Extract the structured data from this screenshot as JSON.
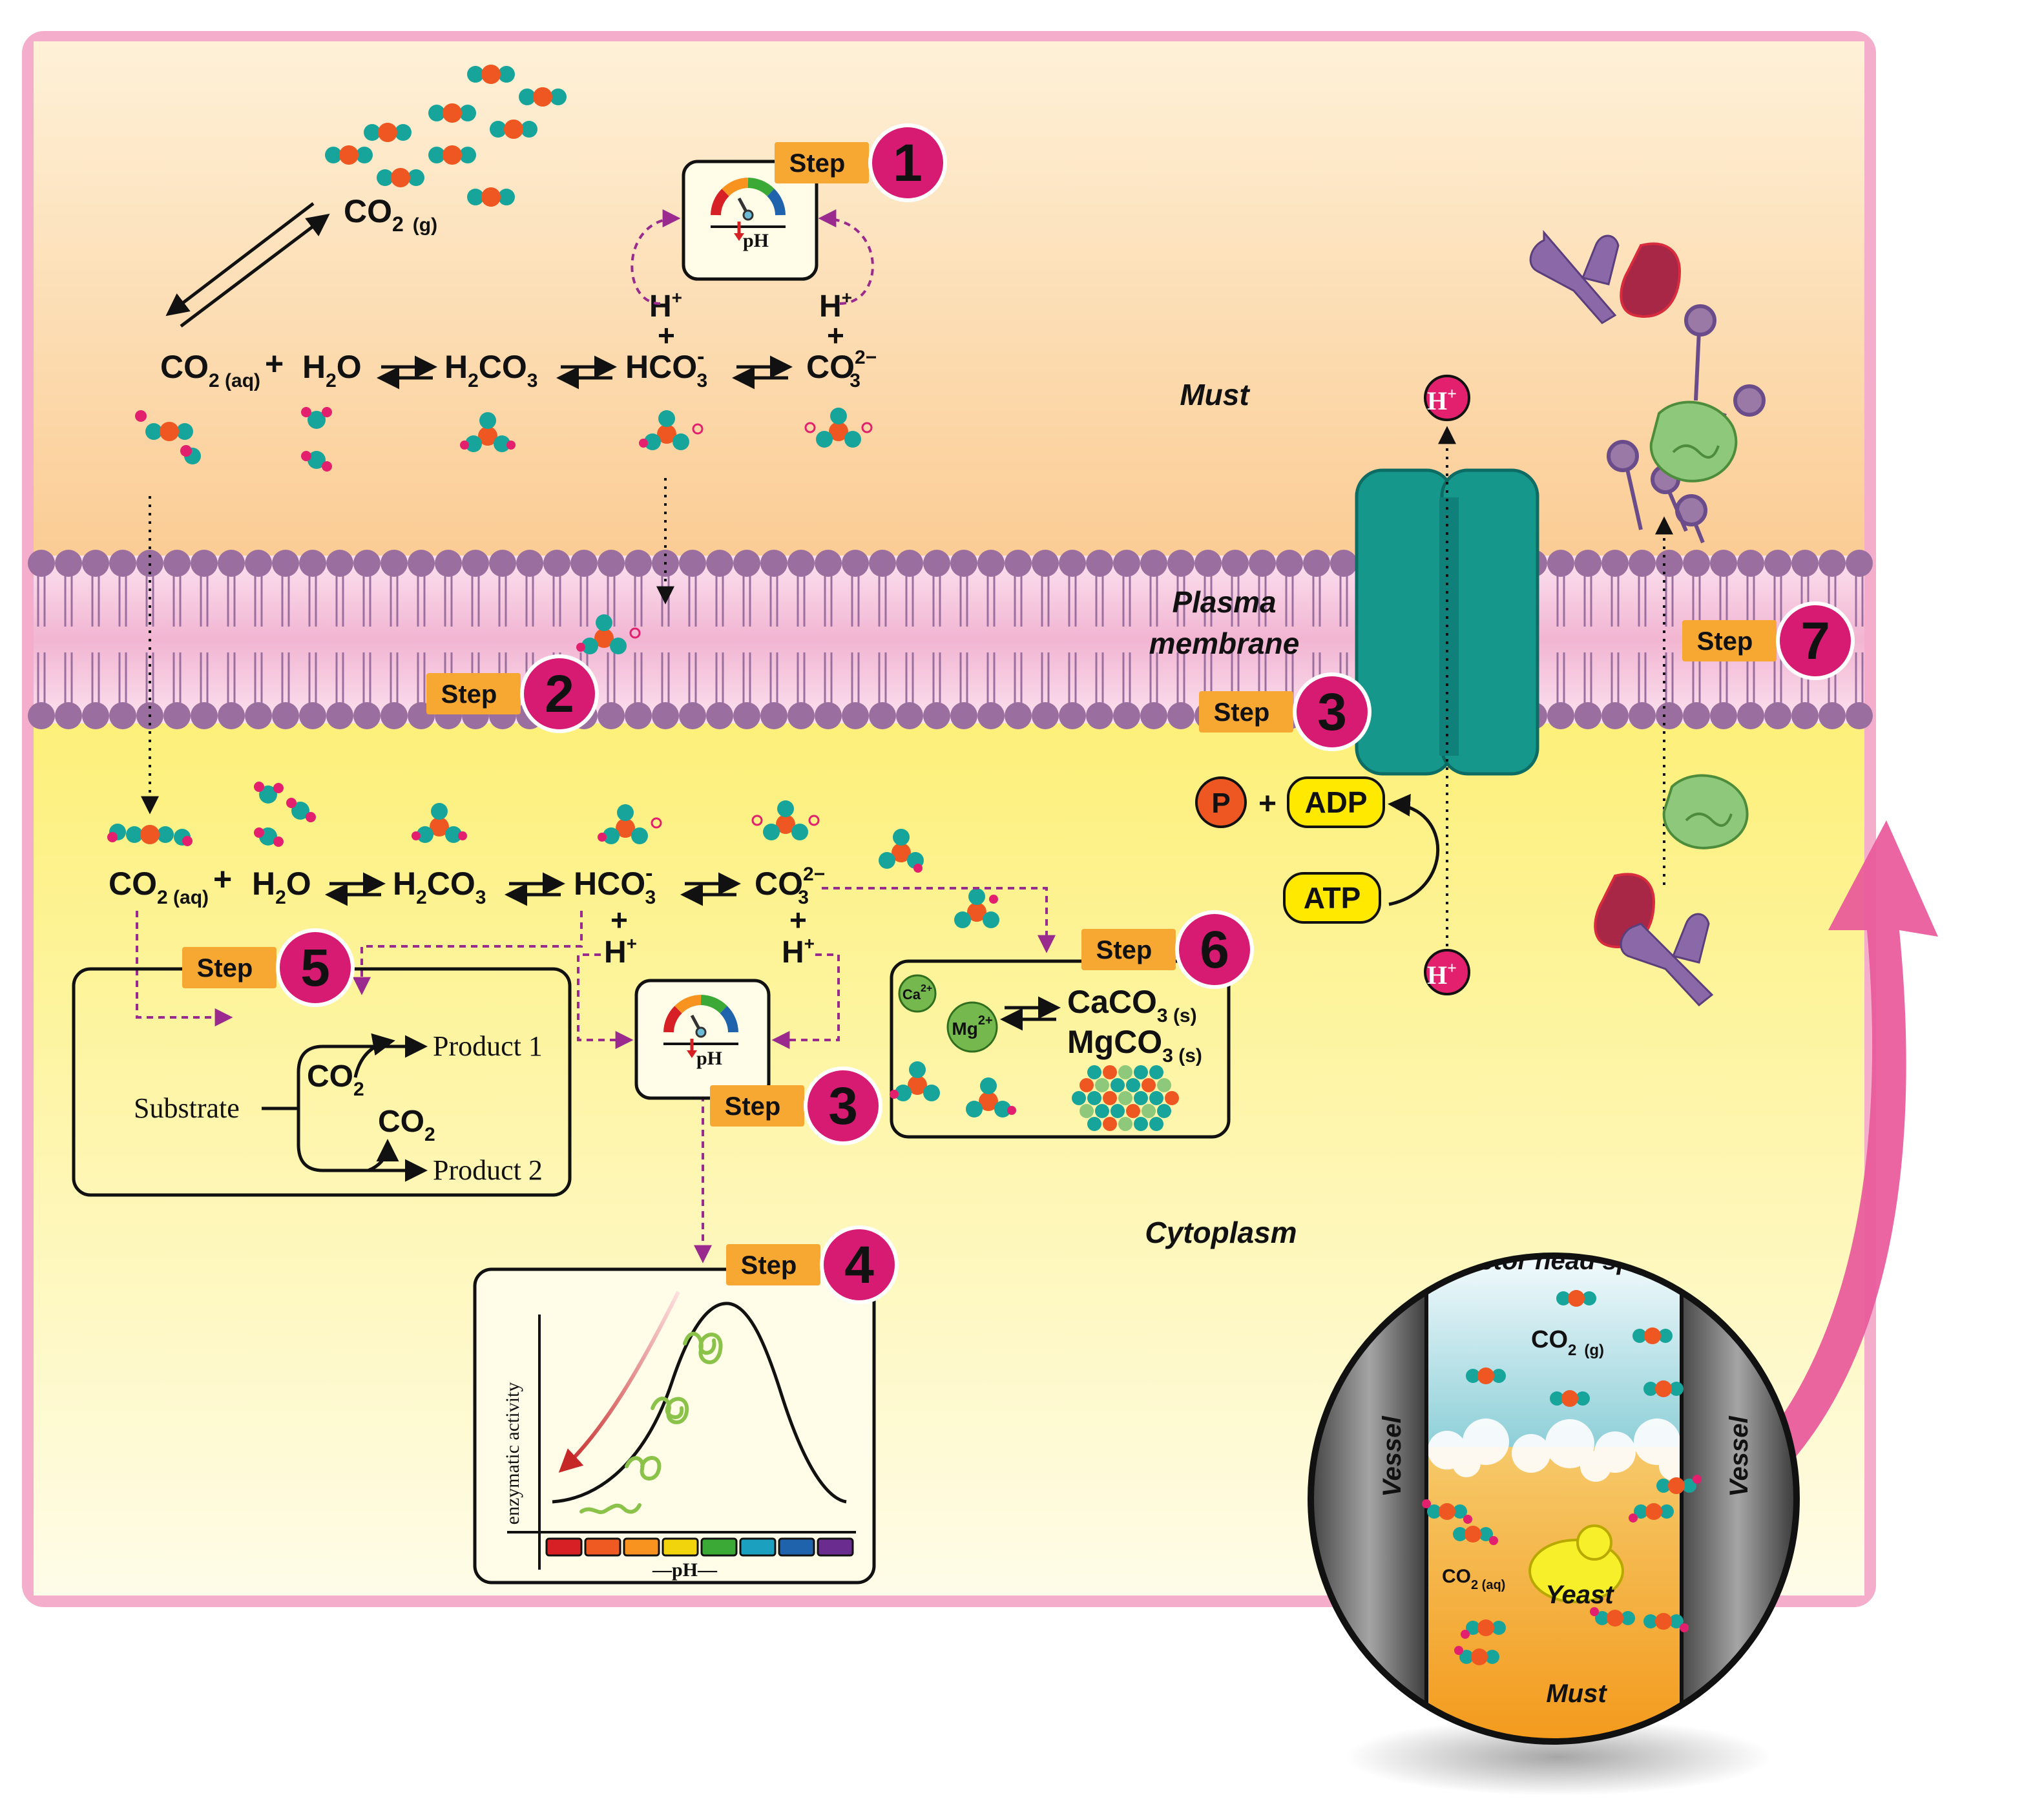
{
  "regions": {
    "must": "Must",
    "membrane_line1": "Plasma",
    "membrane_line2": "membrane",
    "cytoplasm": "Cytoplasm"
  },
  "step_word": "Step",
  "steps": [
    "1",
    "2",
    "3",
    "4",
    "5",
    "6",
    "7"
  ],
  "chem": {
    "co2_g": "CO",
    "sub_2": "2",
    "sub_g": "(g)",
    "sub_2aq": "2 (aq)",
    "sub_3": "3",
    "co2": "CO",
    "h2o_h": "H",
    "h2o_o": "O",
    "h2co3_h": "H",
    "h2co3_co": "CO",
    "hco3": "HCO",
    "sup_minus": "-",
    "sup_2minus": "2−",
    "h_plus": "H",
    "sup_plus": "+",
    "plus": "+",
    "p": "P",
    "adp": "ADP",
    "atp": "ATP",
    "ca": "Ca",
    "mg": "Mg",
    "sup_2plus": "2+",
    "caco3": "CaCO",
    "mgco3": "MgCO",
    "sub_3s": "3 (s)",
    "ph": "pH"
  },
  "step5": {
    "substrate": "Substrate",
    "product1": "Product 1",
    "product2": "Product 2"
  },
  "step4": {
    "ylabel": "enzymatic activity",
    "xlabel": "pH"
  },
  "inset": {
    "headspace": "Reactor head space",
    "vessel": "Vessel",
    "yeast": "Yeast",
    "must": "Must",
    "co2_aq_sub": "2 (aq)"
  },
  "colors": {
    "must_bg": "#fbcf98",
    "cytoplasm_bg": "#fdf27f",
    "frame": "#ef9fbb",
    "lipid_head": "#9a6fa0",
    "step_tag": "#f6a833",
    "step_circle": "#d81b72",
    "channel": "#15978b",
    "teal_atom": "#17a59b",
    "orange_atom": "#ef5722",
    "magenta_atom": "#e2206e",
    "arrow_pink": "#e8589a",
    "dashed_purple": "#9b2a8f",
    "ph_rainbow": [
      "#d71f26",
      "#ef5a22",
      "#f7931e",
      "#f2d40d",
      "#3aa935",
      "#1ca0bf",
      "#1f63ad",
      "#6b2c8f"
    ]
  }
}
